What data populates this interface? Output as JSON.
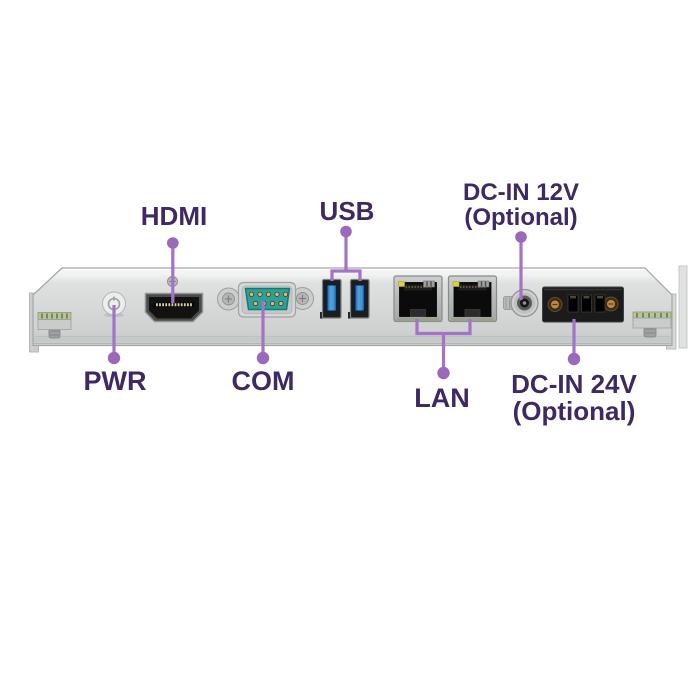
{
  "figure": {
    "kind": "rear-io-panel-callout-diagram",
    "callouts": {
      "hdmi": {
        "label": "HDMI"
      },
      "usb": {
        "label": "USB"
      },
      "dc_in_12v": {
        "label": "DC-IN 12V",
        "note": "(Optional)"
      },
      "pwr": {
        "label": "PWR"
      },
      "com": {
        "label": "COM"
      },
      "lan": {
        "label": "LAN"
      },
      "dc_in_24v": {
        "label": "DC-IN 24V",
        "note": "(Optional)"
      }
    },
    "ports": [
      {
        "id": "pwr",
        "name": "power-button"
      },
      {
        "id": "hdmi",
        "name": "hdmi-port"
      },
      {
        "id": "com",
        "name": "com-db9-serial-port"
      },
      {
        "id": "usb",
        "name": "usb-3-0-ports-x2"
      },
      {
        "id": "lan",
        "name": "lan-rj45-ports-x2"
      },
      {
        "id": "dc12",
        "name": "dc-in-12v-barrel-jack"
      },
      {
        "id": "dc24",
        "name": "dc-in-24v-terminal-block"
      }
    ],
    "colors": {
      "leader_line": "#a472c6",
      "leader_dot": "#9c68bb",
      "label_text": "#3e2963",
      "panel_gray": "#d6d8d7",
      "usb_blue": "#3f93d4",
      "com_teal": "#2aa199",
      "led_yellow": "#ded23c",
      "terminal_screw_gold": "#c08a3e"
    }
  }
}
